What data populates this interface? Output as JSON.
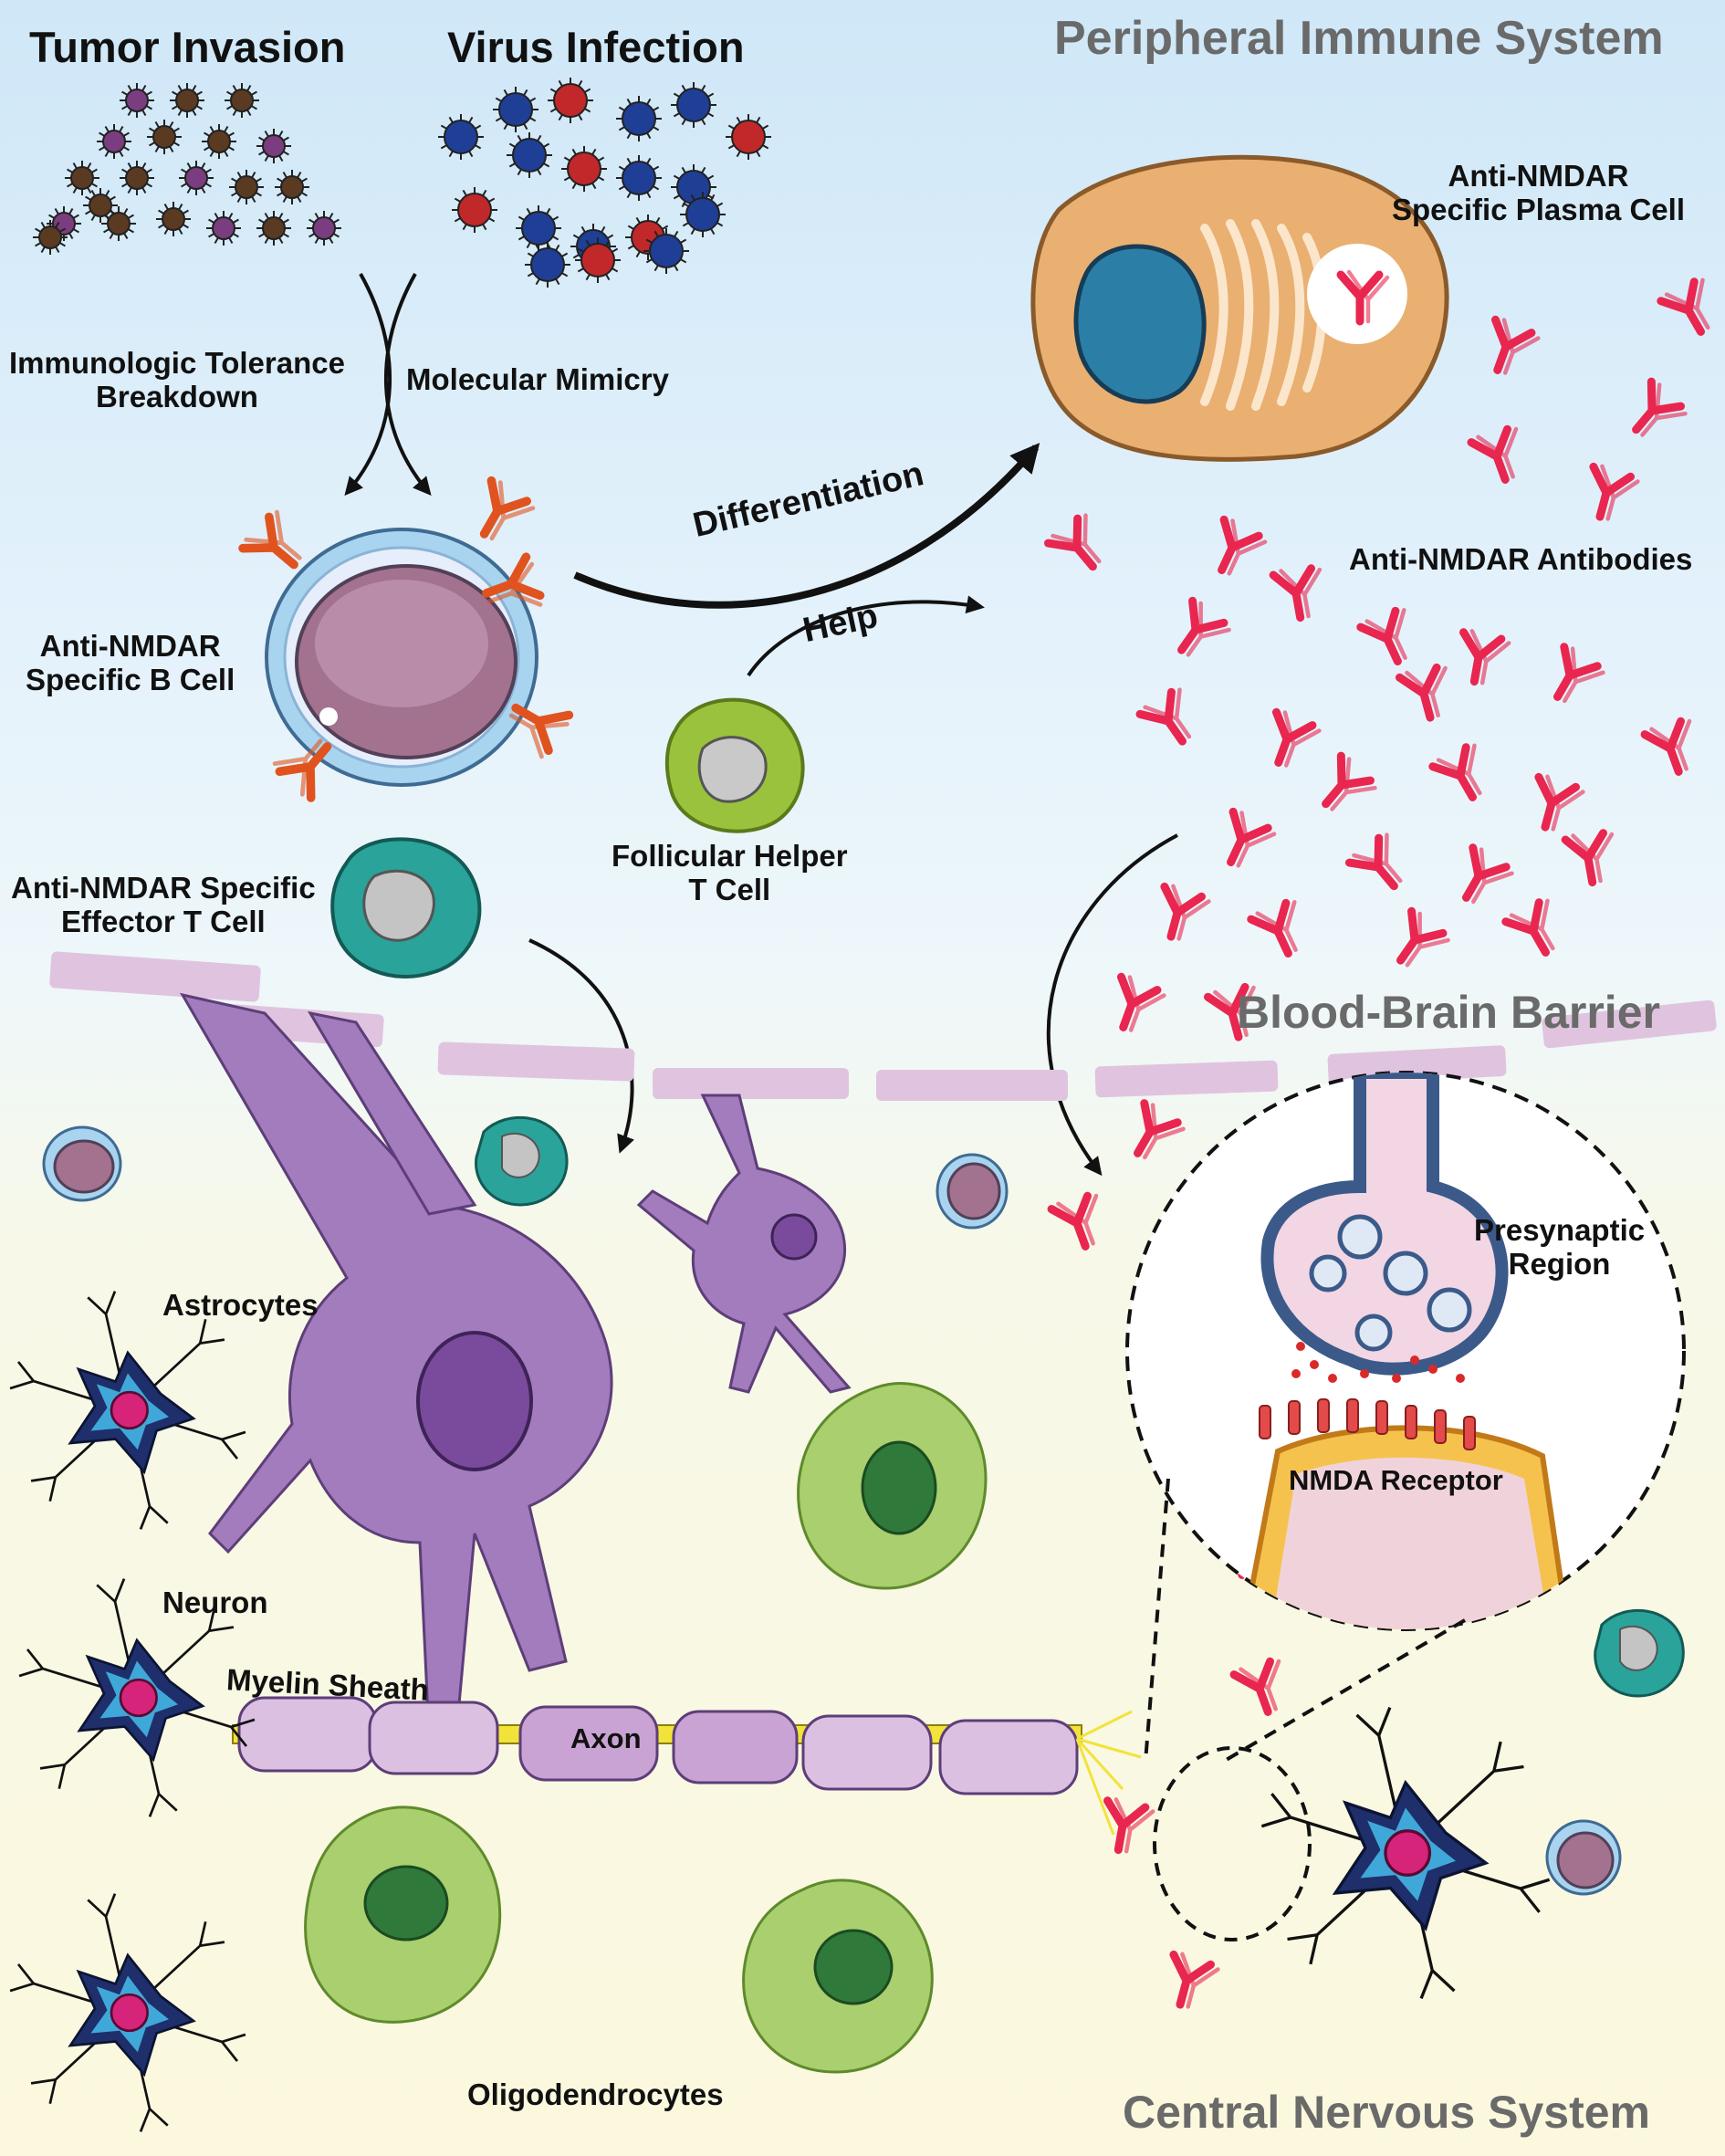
{
  "sections": {
    "peripheral": "Peripheral Immune System",
    "bbb": "Blood-Brain Barrier",
    "cns": "Central Nervous System"
  },
  "labels": {
    "tumor": "Tumor Invasion",
    "virus": "Virus Infection",
    "tolerance": [
      "Immunologic Tolerance",
      "Breakdown"
    ],
    "mimicry": "Molecular Mimicry",
    "plasma_cell": [
      "Anti-NMDAR",
      "Specific Plasma Cell"
    ],
    "antibodies": "Anti-NMDAR Antibodies",
    "b_cell": [
      "Anti-NMDAR",
      "Specific B Cell"
    ],
    "differentiation": "Differentiation",
    "help": "Help",
    "tfh": [
      "Follicular Helper",
      "T Cell"
    ],
    "effector_t": [
      "Anti-NMDAR Specific",
      "Effector T Cell"
    ],
    "astrocytes": "Astrocytes",
    "neuron": "Neuron",
    "myelin": "Myelin Sheath",
    "axon": "Axon",
    "oligodendrocytes": "Oligodendrocytes",
    "presynaptic": [
      "Presynaptic",
      "Region"
    ],
    "nmda_receptor": "NMDA Receptor"
  },
  "colors": {
    "antibody": "#e8264f",
    "bcr": "#e0531f",
    "astrocyte": "#a27cbd",
    "oligodendrocyte": "#a9cf6e",
    "neuron_body": "#1f2f6b",
    "nucleus_neuron": "#d6247a",
    "myelin": "#dcc0e2",
    "axon": "#f2e33a",
    "plasma_cell": "#e9b071",
    "plasma_nucleus": "#2b7ea6",
    "tfh": "#9bc23c",
    "effector_t": "#2aa39a",
    "section_title": "#6a6a6a"
  }
}
